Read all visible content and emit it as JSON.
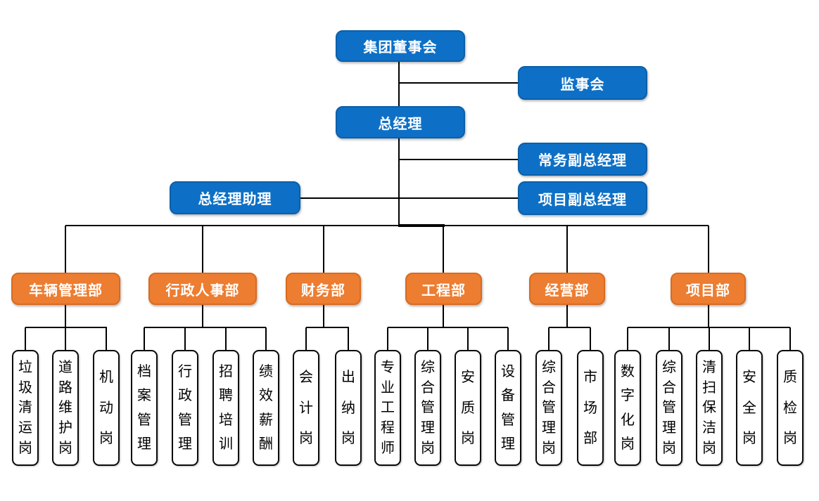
{
  "chart": {
    "top": {
      "board": "集团董事会",
      "supervisory": "监事会",
      "gm": "总经理",
      "exec_deputy_gm": "常务副总经理",
      "gm_assistant": "总经理助理",
      "project_deputy_gm": "项目副总经理"
    },
    "departments": [
      {
        "name": "车辆管理部",
        "positions": [
          "垃圾清运岗",
          "道路维护岗",
          "机动岗"
        ]
      },
      {
        "name": "行政人事部",
        "positions": [
          "档案管理",
          "行政管理",
          "招聘培训",
          "绩效薪酬"
        ]
      },
      {
        "name": "财务部",
        "positions": [
          "会计岗",
          "出纳岗"
        ]
      },
      {
        "name": "工程部",
        "positions": [
          "专业工程师",
          "综合管理岗",
          "安质岗",
          "设备管理"
        ]
      },
      {
        "name": "经营部",
        "positions": [
          "综合管理岗",
          "市场部"
        ]
      },
      {
        "name": "项目部",
        "positions": [
          "数字化岗",
          "综合管理岗",
          "清扫保洁岗",
          "安全岗",
          "质检岗"
        ]
      }
    ],
    "colors": {
      "executive_fill": "#0d70c6",
      "executive_border": "#0b5fa9",
      "department_fill": "#ed7d31",
      "department_border": "#d96b20",
      "position_fill": "#ffffff",
      "position_border": "#0a0a0a",
      "connector": "#000000"
    }
  }
}
